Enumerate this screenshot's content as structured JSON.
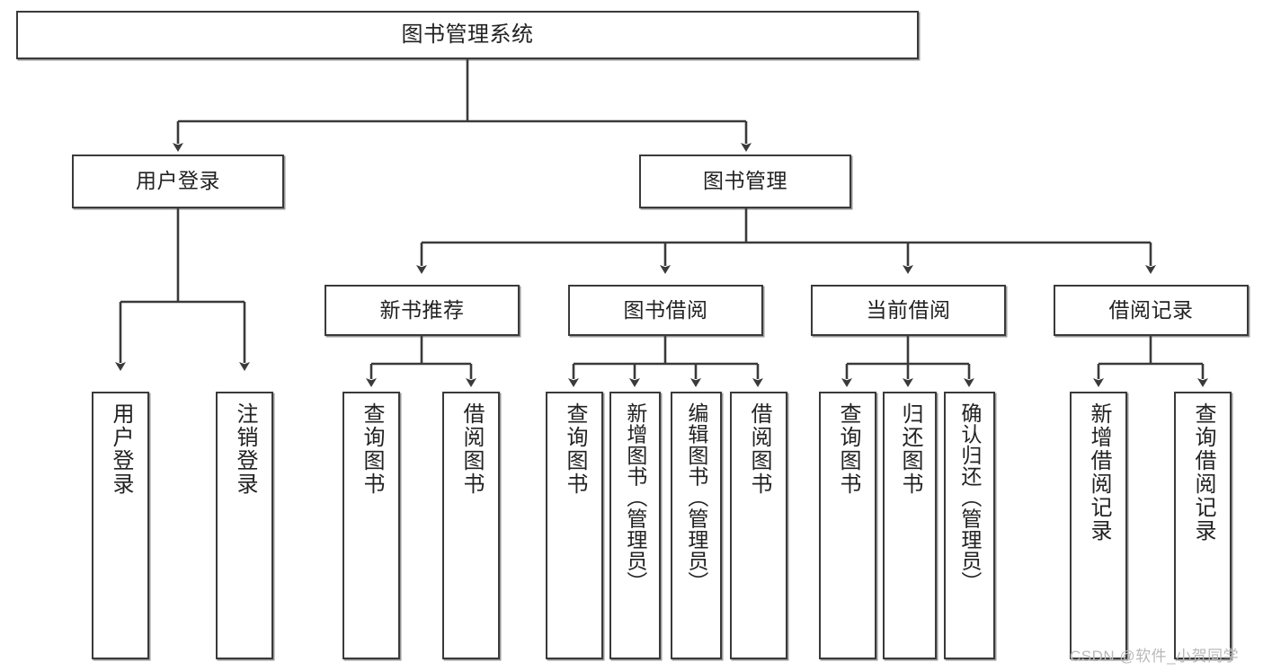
{
  "diagram": {
    "title": "图书管理系统",
    "root": {
      "label": "图书管理系统"
    },
    "level2": [
      {
        "label": "用户登录"
      },
      {
        "label": "图书管理"
      }
    ],
    "level3": [
      {
        "label": "新书推荐"
      },
      {
        "label": "图书借阅"
      },
      {
        "label": "当前借阅"
      },
      {
        "label": "借阅记录"
      }
    ],
    "leaves": [
      {
        "label": "用户登录",
        "parent": "用户登录"
      },
      {
        "label": "注销登录",
        "parent": "用户登录"
      },
      {
        "label": "查询图书",
        "parent": "新书推荐"
      },
      {
        "label": "借阅图书",
        "parent": "新书推荐"
      },
      {
        "label": "查询图书",
        "parent": "图书借阅"
      },
      {
        "label": "新增图书（管理员）",
        "parent": "图书借阅"
      },
      {
        "label": "编辑图书（管理员）",
        "parent": "图书借阅"
      },
      {
        "label": "借阅图书",
        "parent": "图书借阅"
      },
      {
        "label": "查询图书",
        "parent": "当前借阅"
      },
      {
        "label": "归还图书",
        "parent": "当前借阅"
      },
      {
        "label": "确认归还（管理员）",
        "parent": "当前借阅"
      },
      {
        "label": "新增借阅记录",
        "parent": "借阅记录"
      },
      {
        "label": "查询借阅记录",
        "parent": "借阅记录"
      }
    ],
    "watermark": "CSDN @软件_小贺同学",
    "colors": {
      "stroke": "#3a3a3a",
      "box_fill": "#ffffff",
      "text": "#222222",
      "watermark": "#b9b9b9"
    }
  }
}
